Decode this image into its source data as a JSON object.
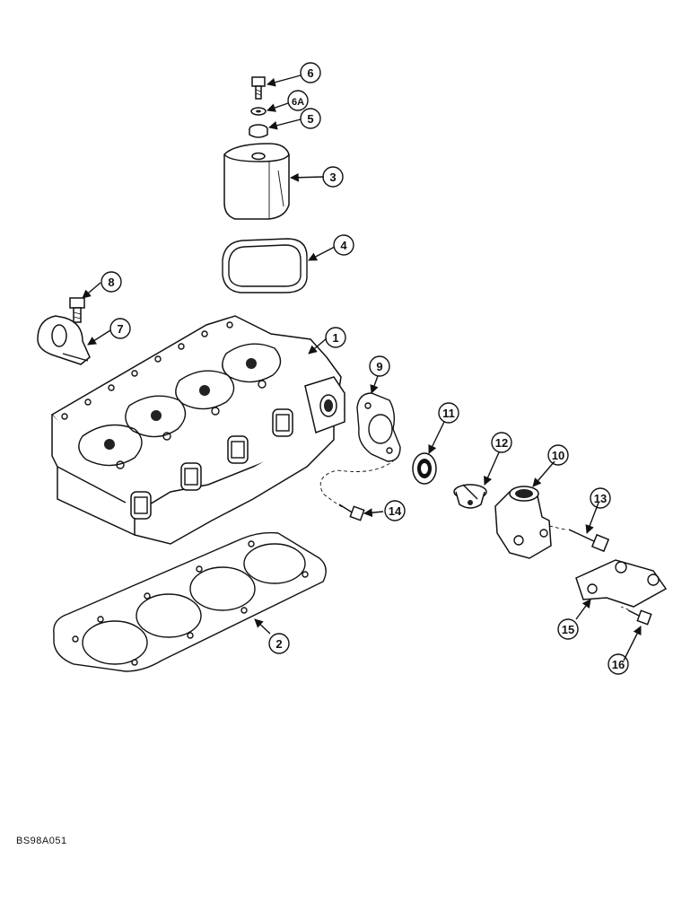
{
  "diagram": {
    "figure_code": "BS98A051",
    "callouts": [
      {
        "label": "1"
      },
      {
        "label": "2"
      },
      {
        "label": "3"
      },
      {
        "label": "4"
      },
      {
        "label": "5"
      },
      {
        "label": "6"
      },
      {
        "label": "6A"
      },
      {
        "label": "7"
      },
      {
        "label": "8"
      },
      {
        "label": "9"
      },
      {
        "label": "10"
      },
      {
        "label": "11"
      },
      {
        "label": "12"
      },
      {
        "label": "13"
      },
      {
        "label": "14"
      },
      {
        "label": "15"
      },
      {
        "label": "16"
      }
    ]
  }
}
